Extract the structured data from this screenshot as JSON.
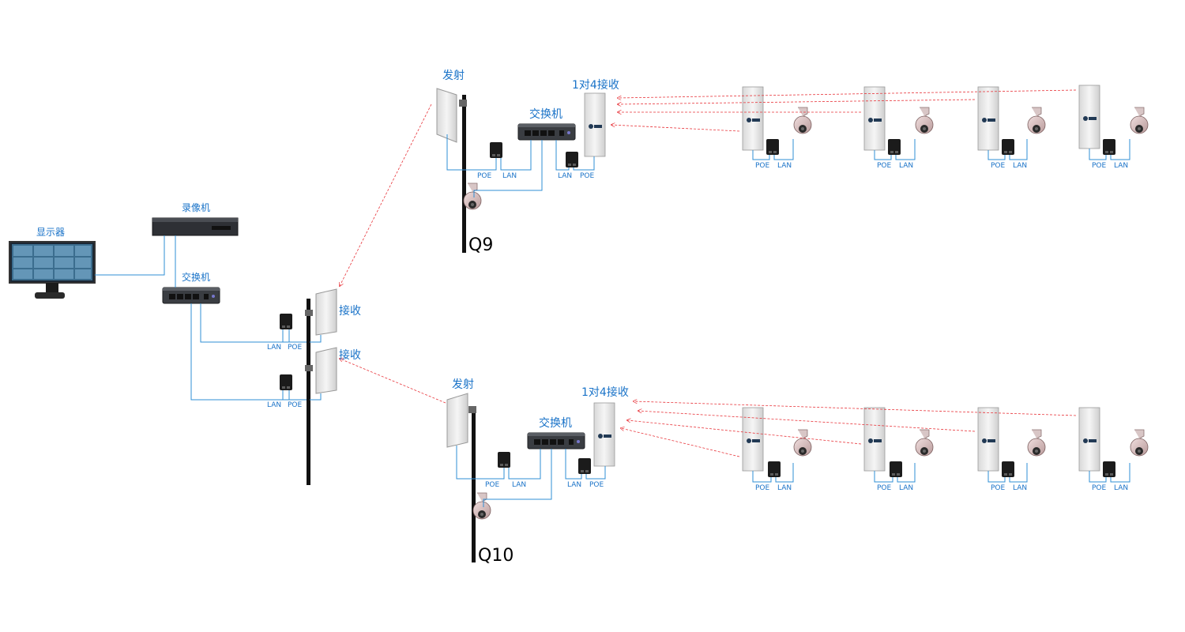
{
  "labels": {
    "monitor": "显示器",
    "recorder": "录像机",
    "switch": "交换机",
    "receive": "接收",
    "transmit": "发射",
    "one_to_four_receive": "1对4接收",
    "pole_top": "Q9",
    "pole_bottom": "Q10",
    "poe": "POE",
    "lan": "LAN"
  },
  "colors": {
    "cable": "#2f8fd6",
    "wireless": "#e8343a",
    "pole": "#111111",
    "label": "#1a73c8"
  }
}
